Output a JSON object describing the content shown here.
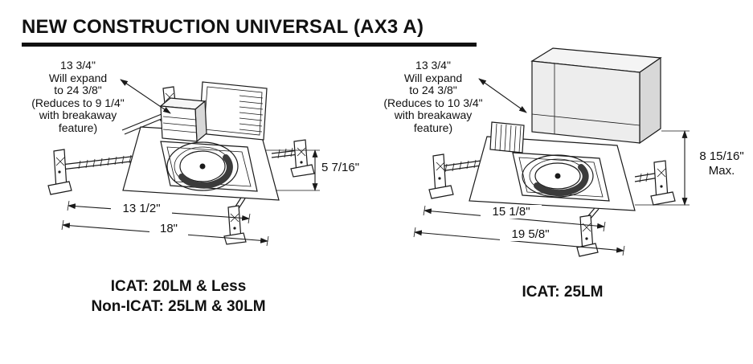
{
  "page": {
    "title": "NEW CONSTRUCTION UNIVERSAL (AX3 A)"
  },
  "colors": {
    "ink": "#1a1a1a",
    "background": "#ffffff"
  },
  "left_unit": {
    "note": {
      "line1": "13 3/4\"",
      "line2": "Will expand",
      "line3": "to 24 3/8\"",
      "line4": "(Reduces to 9 1/4\"",
      "line5": "with breakaway",
      "line6": "feature)"
    },
    "dimensions": {
      "height": "5 7/16\"",
      "width_inner": "13 1/2\"",
      "width_outer": "18\""
    },
    "caption": {
      "line1": "ICAT: 20LM & Less",
      "line2": "Non-ICAT: 25LM & 30LM"
    }
  },
  "right_unit": {
    "note": {
      "line1": "13 3/4\"",
      "line2": "Will expand",
      "line3": "to 24 3/8\"",
      "line4": "(Reduces to 10 3/4\"",
      "line5": "with breakaway",
      "line6": "feature)"
    },
    "dimensions": {
      "height": "8 15/16\"",
      "height_qualifier": "Max.",
      "width_inner": "15 1/8\"",
      "width_outer": "19 5/8\""
    },
    "caption": {
      "line1": "ICAT: 25LM"
    }
  }
}
